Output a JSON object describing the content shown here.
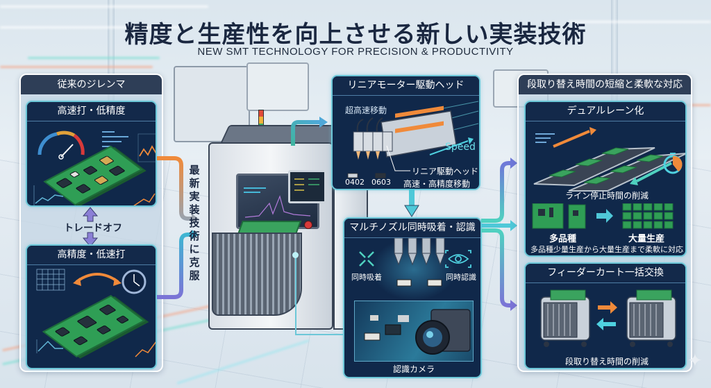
{
  "header": {
    "title": "精度と生産性を向上させる新しい実装技術",
    "subtitle": "NEW SMT TECHNOLOGY FOR PRECISION & PRODUCTIVITY"
  },
  "left_panel": {
    "title": "従来のジレンマ",
    "card_top": {
      "title": "高速打・低精度"
    },
    "tradeoff": "トレードオフ",
    "card_bottom": {
      "title": "高精度・低速打"
    }
  },
  "center": {
    "overcome_label": "最新実装技術に克服"
  },
  "linear_head": {
    "title": "リニアモーター駆動ヘッド",
    "ultra_fast": "超高速移動",
    "speed": "Speed",
    "callout": "リニア駆動ヘッド",
    "size_a": "0402",
    "size_b": "0603",
    "caption": "高速・高精度移動"
  },
  "multi_nozzle": {
    "title": "マルチノズル同時吸着・認識",
    "pickup": "同時吸着",
    "recognition": "同時認識",
    "camera": "認識カメラ"
  },
  "right_panel": {
    "title": "段取り替え時間の短縮と柔軟な対応",
    "dual_lane": {
      "title": "デュアルレーン化",
      "downtime": "ライン停止時間の削減",
      "variety": "多品種",
      "mass": "大量生産",
      "caption": "多品種少量生産から大量生産まで柔軟に対応"
    },
    "feeder_cart": {
      "title": "フィーダーカート一括交換",
      "caption": "段取り替え時間の削減"
    }
  },
  "colors": {
    "navy": "#10284a",
    "cyan_border": "#6cc7d8",
    "orange": "#f08a3a",
    "purple": "#7b74d6",
    "teal": "#4fd1c0",
    "title_dark": "#1a2740"
  }
}
